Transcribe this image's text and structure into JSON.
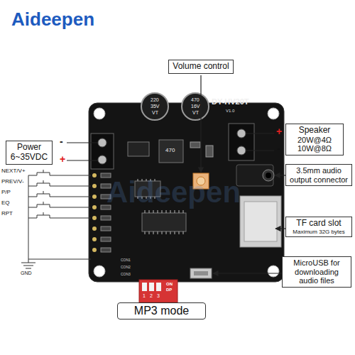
{
  "diagram": {
    "nodes": [
      {
        "text": [
          "Volume control"
        ]
      },
      {
        "text": [
          "Power 6~35VDC"
        ]
      },
      {
        "text": [
          "Speaker",
          "20W@4Ω 10W@8Ω"
        ]
      },
      {
        "text": [
          "3.5mm audio output connector"
        ]
      },
      {
        "text": [
          "TF card slot",
          "Maximum 32G bytes"
        ]
      },
      {
        "text": [
          "MicroUSB for downloading audio files"
        ]
      },
      {
        "text": [
          "MP3 mode"
        ]
      }
    ],
    "labels": [
      "Aideepen",
      "Aideepen",
      "+",
      "-",
      "-",
      "+",
      "NEXT/V+",
      "PREV/V-",
      "P/P",
      "EQ",
      "RPT",
      "GND",
      "220",
      "35V",
      "VT",
      "470",
      "16V",
      "VT",
      "DY-HV20T",
      "V1.0",
      "470",
      "ON",
      "DP",
      "1",
      "2",
      "3",
      "CON1",
      "CON2",
      "CON3"
    ]
  }
}
